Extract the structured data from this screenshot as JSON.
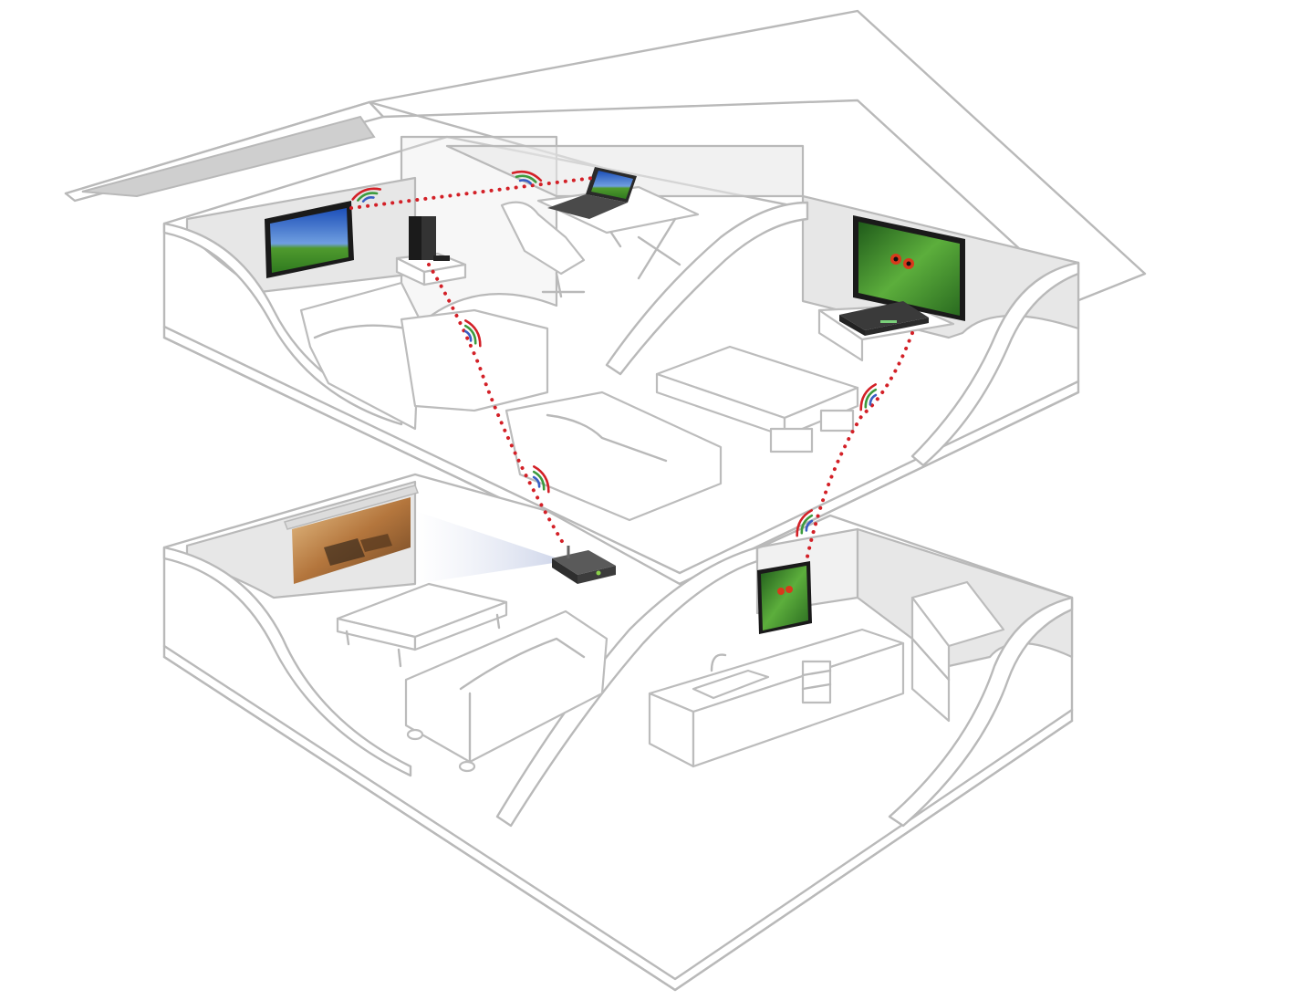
{
  "title": "",
  "link_color": "#d32027",
  "signal_colors": [
    "#3a5fc4",
    "#3d9a3d",
    "#d32027"
  ],
  "devices": [
    {
      "id": "tv-upstairs-left",
      "name": "wall-mounted-tv",
      "screen": "windows-desktop"
    },
    {
      "id": "game-console",
      "name": "game-console"
    },
    {
      "id": "laptop",
      "name": "laptop",
      "screen": "windows-desktop"
    },
    {
      "id": "tv-upstairs-right",
      "name": "flat-screen-tv",
      "screen": "tree-frog"
    },
    {
      "id": "set-top-box",
      "name": "set-top-box"
    },
    {
      "id": "wireless-hub",
      "name": "wireless-hub"
    },
    {
      "id": "projection-screen",
      "name": "projection-screen",
      "screen": "racing-game"
    },
    {
      "id": "tv-kitchen",
      "name": "kitchen-tv",
      "screen": "tree-frog"
    }
  ],
  "links": [
    {
      "from": "tv-upstairs-left",
      "to": "laptop"
    },
    {
      "from": "game-console",
      "to": "wireless-hub"
    },
    {
      "from": "set-top-box",
      "to": "tv-kitchen"
    },
    {
      "from": "wireless-hub",
      "to": "projection-screen"
    }
  ]
}
